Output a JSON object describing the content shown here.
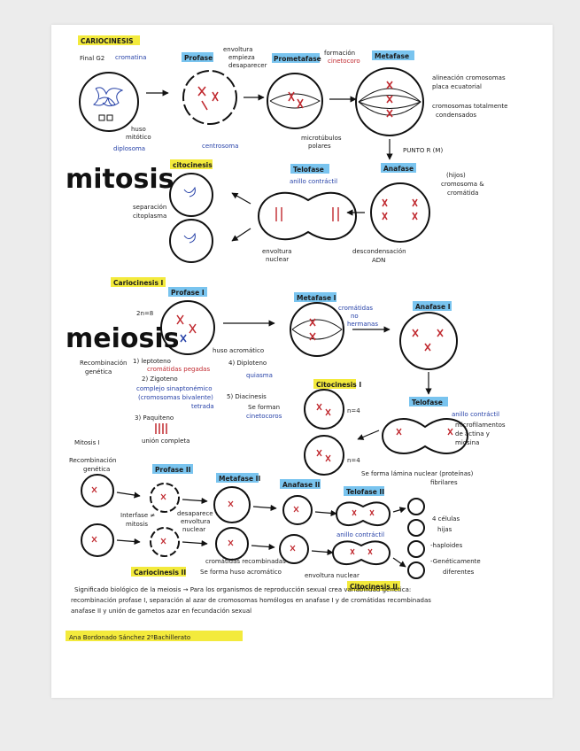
{
  "highlight_colors": {
    "yellow": "#f3ea3c",
    "blue": "#79c4ef",
    "red": "#c0282e",
    "ink_blue": "#2742a8"
  },
  "mitosis": {
    "title": "mitosis",
    "cariocinesis_label": "CARIOCINESIS",
    "final_g2": "Final G2",
    "cromatina": "cromatina",
    "profase": "Profase",
    "profase_note": [
      "envoltura",
      "empieza",
      "desaparecer"
    ],
    "prometafase": "Prometafase",
    "formacion": "formación",
    "cinetocoro": "cinetocoro",
    "metafase": "Metafase",
    "metafase_notes": [
      "alineación cromosomas",
      "placa ecuatorial",
      "cromosomas totalmente",
      "condensados"
    ],
    "huso": [
      "huso",
      "mitótico"
    ],
    "diplosoma": "diplosoma",
    "centrosoma": "centrosoma",
    "microtubulos": [
      "microtúbulos",
      "polares"
    ],
    "punto_r": "PUNTO R (M)",
    "citocinesis": "citocinesis",
    "separacion": [
      "separación",
      "citoplasma"
    ],
    "telofase": "Telofase",
    "anillo": "anillo contráctil",
    "envoltura": [
      "envoltura",
      "nuclear"
    ],
    "desc": [
      "descondensación",
      "ADN"
    ],
    "anafase": "Anafase",
    "hijos": [
      "(hijos)",
      "cromosoma &",
      "cromátida"
    ]
  },
  "meiosis": {
    "title": "meiosis",
    "cariocinesis1": "Cariocinesis I",
    "profase1": "Profase I",
    "n": "2n=8",
    "huso_acromatico": "huso acromático",
    "stages_left": [
      "1) leptoteno",
      "cromátidas pegadas",
      "2) Zigoteno",
      "complejo sinaptonémico",
      "(cromosomas bivalente)",
      "tetrada",
      "3) Paquiteno",
      "unión completa"
    ],
    "stages_right": [
      "4) Diploteno",
      "quiasma",
      "5) Diacinesis",
      "Se forman",
      "cinetocoros"
    ],
    "recombinacion": [
      "Recombinación",
      "genética"
    ],
    "metafase1": "Metafase I",
    "cromatidas_no": [
      "cromátidas",
      "no",
      "hermanas"
    ],
    "anafase1": "Anafase I",
    "citocinesis1": "Citocinesis I",
    "n4a": "n=4",
    "n4b": "n=4",
    "telofase": "Telofase",
    "anillo": "anillo contráctil",
    "microfil": [
      "microfilamentos",
      "de actina y",
      "miosina"
    ],
    "lamina": [
      "Se forma lámina nuclear (proteínas)",
      "fibrilares"
    ]
  },
  "meiosis2": {
    "mitosis1": "Mitosis I",
    "recomb": [
      "Recombinación",
      "genética"
    ],
    "profase2": "Profase II",
    "interfase": [
      "Interfase ≠",
      "mitosis"
    ],
    "desaparece": [
      "desaparece",
      "envoltura",
      "nuclear"
    ],
    "metafase2": "Metafase II",
    "anafase2": "Anafase II",
    "telofase2": "Telofase II",
    "anillo": "anillo contráctil",
    "cromatidas_rec": [
      "cromátidas recombinadas"
    ],
    "se_forma": "Se forma huso acromático",
    "envoltura": "envoltura nuclear",
    "cariocinesis2": "Cariocinesis II",
    "citocinesis2": "Citocinesis II",
    "results": [
      "4 células",
      "hijas",
      "-haploides",
      "-Genéticamente",
      "diferentes"
    ]
  },
  "footer": {
    "lines": [
      "Significado biológico de la meiosis → Para los organismos de reproducción sexual crea variabilidad genética:",
      "recombinación profase I, separación al azar de cromosomas homólogos en anafase I y de cromátidas recombinadas",
      "anafase II y unión de gametos azar en fecundación sexual"
    ],
    "author": "Ana Bordonado Sánchez 2ºBachillerato"
  }
}
